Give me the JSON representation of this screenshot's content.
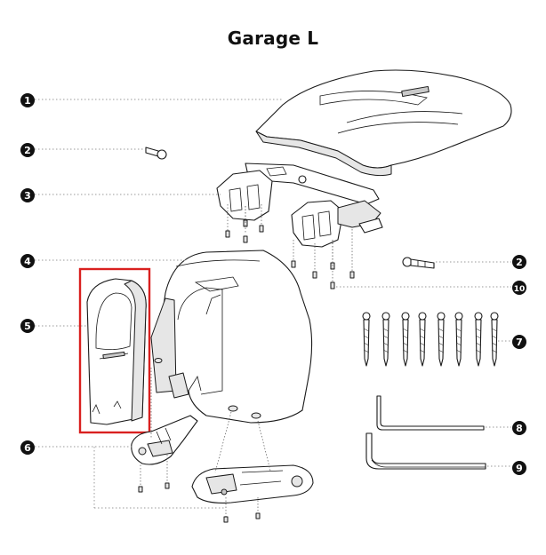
{
  "title": "Garage L",
  "colors": {
    "callout_fill": "#111111",
    "highlight_box": "#d9201f",
    "line": "#1a1a1a"
  },
  "callouts": [
    {
      "label": "1"
    },
    {
      "label": "2"
    },
    {
      "label": "3"
    },
    {
      "label": "4"
    },
    {
      "label": "5"
    },
    {
      "label": "6"
    },
    {
      "label": "2"
    },
    {
      "label": "10"
    },
    {
      "label": "7"
    },
    {
      "label": "8"
    },
    {
      "label": "9"
    }
  ]
}
